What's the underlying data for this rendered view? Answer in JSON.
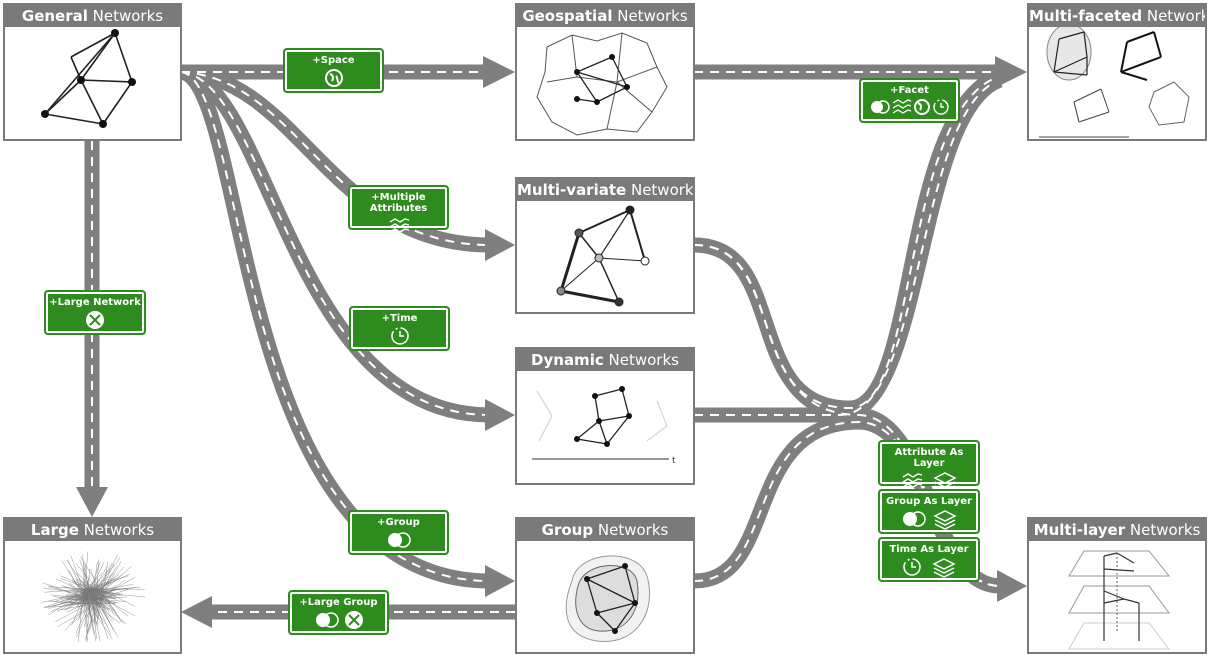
{
  "networks": {
    "general": {
      "bold": "General",
      "rest": " Networks"
    },
    "geospatial": {
      "bold": "Geospatial",
      "rest": " Networks"
    },
    "multifaceted": {
      "bold": "Multi-faceted",
      "rest": " Networks"
    },
    "multivariate": {
      "bold": "Multi-variate",
      "rest": " Networks"
    },
    "dynamic": {
      "bold": "Dynamic",
      "rest": " Networks",
      "axis_label": "t"
    },
    "large": {
      "bold": "Large",
      "rest": " Networks"
    },
    "group": {
      "bold": "Group",
      "rest": " Networks"
    },
    "multilayer": {
      "bold": "Multi-layer",
      "rest": " Networks"
    }
  },
  "signs": {
    "space": {
      "label": "+Space",
      "icons": [
        "globe-icon"
      ]
    },
    "multiple_attributes": {
      "label": "+Multiple Attributes",
      "icons": [
        "attributes-icon"
      ]
    },
    "time": {
      "label": "+Time",
      "icons": [
        "clock-icon"
      ]
    },
    "large_network": {
      "label": "+Large Network",
      "icons": [
        "expand-icon"
      ]
    },
    "group": {
      "label": "+Group",
      "icons": [
        "venn-icon"
      ]
    },
    "large_group": {
      "label": "+Large Group",
      "icons": [
        "venn-icon",
        "expand-icon"
      ]
    },
    "facet": {
      "label": "+Facet",
      "icons": [
        "venn-icon",
        "attributes-icon",
        "globe-icon",
        "clock-icon"
      ]
    },
    "attribute_as_layer": {
      "label": "Attribute As Layer",
      "icons": [
        "attributes-icon",
        "layers-icon"
      ]
    },
    "group_as_layer": {
      "label": "Group As Layer",
      "icons": [
        "venn-icon",
        "layers-icon"
      ]
    },
    "time_as_layer": {
      "label": "Time As Layer",
      "icons": [
        "clock-icon",
        "layers-icon"
      ]
    }
  },
  "colors": {
    "road": "#7f7f7f",
    "sign": "#2e8b1e",
    "header": "#7a7a7a"
  }
}
